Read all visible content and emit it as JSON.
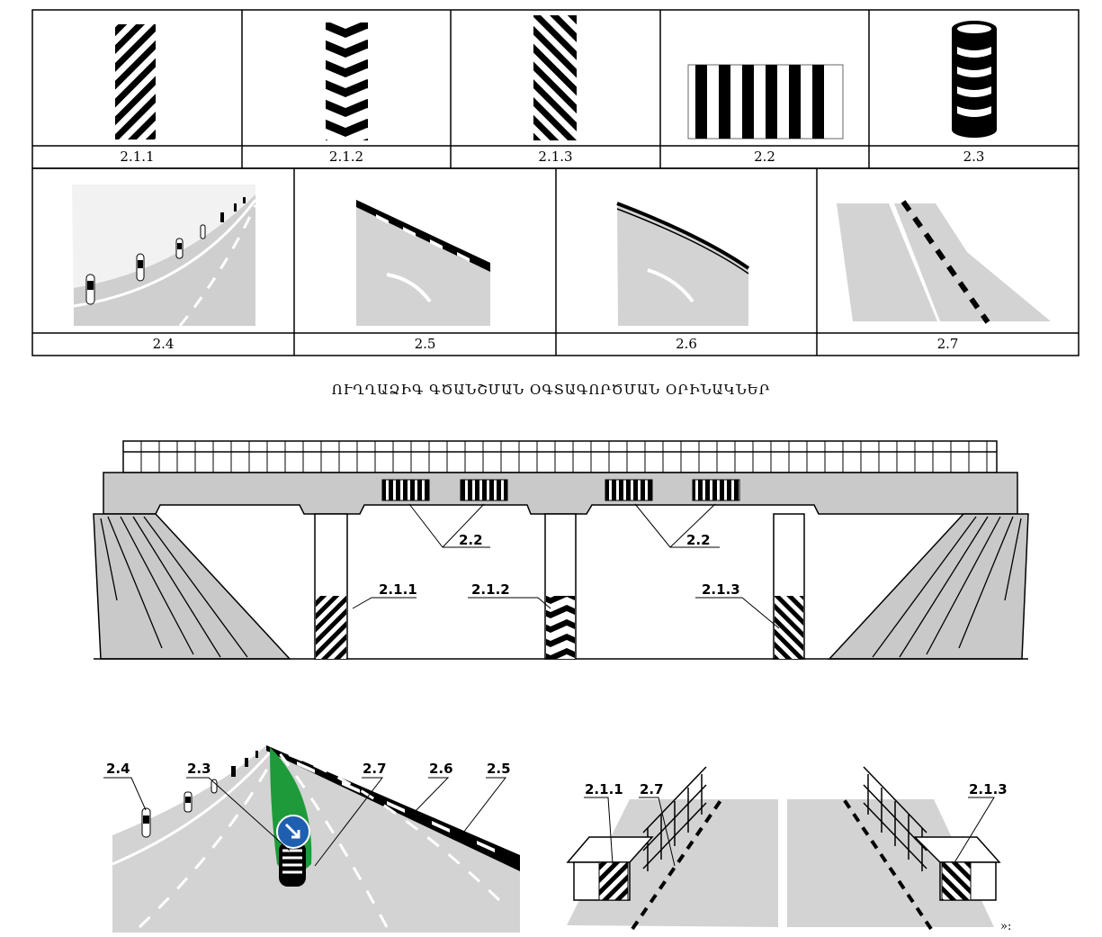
{
  "table_row1": [
    "2.1.1",
    "2.1.2",
    "2.1.3",
    "2.2",
    "2.3"
  ],
  "table_row2": [
    "2.4",
    "2.5",
    "2.6",
    "2.7"
  ],
  "section_title": "ՈՒՂՂԱՁԻԳ ԳԾԱՆՇՄԱՆ ՕԳՏԱԳՈՐԾՄԱՆ ՕՐԻՆԱԿՆԵՐ",
  "bridge_callouts": {
    "left_22": "2.2",
    "right_22": "2.2",
    "c211": "2.1.1",
    "c212": "2.1.2",
    "c213": "2.1.3"
  },
  "road_callouts": {
    "c24": "2.4",
    "c23": "2.3",
    "c27": "2.7",
    "c26": "2.6",
    "c25": "2.5"
  },
  "barrier_callouts": {
    "c211": "2.1.1",
    "c27": "2.7",
    "c213": "2.1.3"
  },
  "end_mark": "»:",
  "colors": {
    "line": "#000000",
    "road_gray": "#d3d3d3",
    "concrete_gray": "#c9c9c9",
    "island_green": "#1f9a3a",
    "sign_blue": "#1f5fb0"
  }
}
